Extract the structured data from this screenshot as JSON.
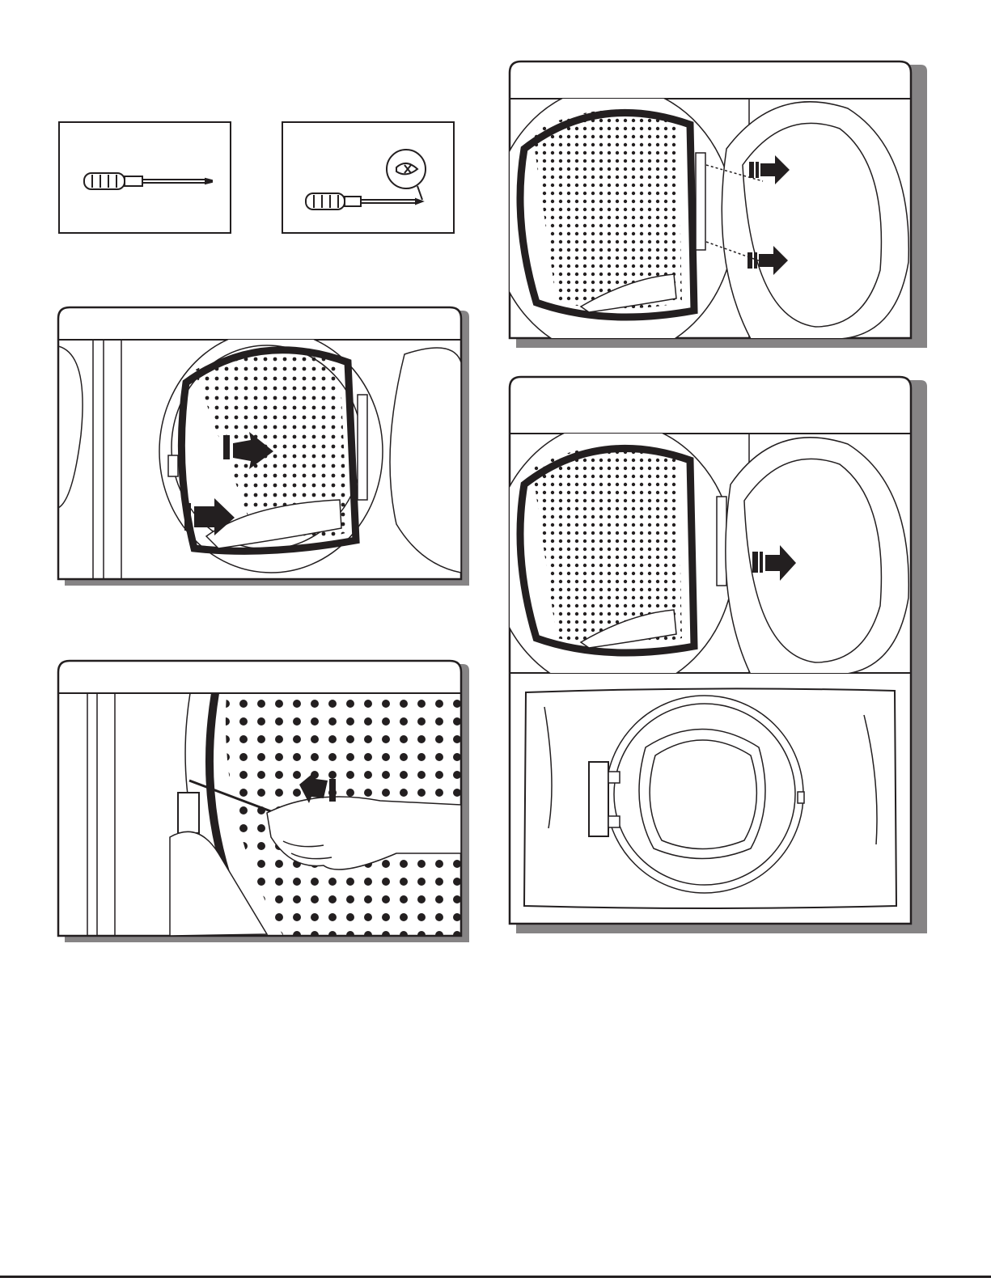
{
  "page": {
    "title": "",
    "background": "#ffffff",
    "ink": "#231f20"
  },
  "tools": [
    {
      "name": "flat-blade-screwdriver-icon"
    },
    {
      "name": "phillips-screwdriver-icon"
    }
  ],
  "steps": [
    {
      "id": "remove-door-hinge-screws",
      "caption": ""
    },
    {
      "id": "remove-hinge-cover",
      "caption": ""
    },
    {
      "id": "remove-door-from-cabinet",
      "caption": ""
    },
    {
      "id": "lay-door-face-down",
      "caption": ""
    }
  ]
}
